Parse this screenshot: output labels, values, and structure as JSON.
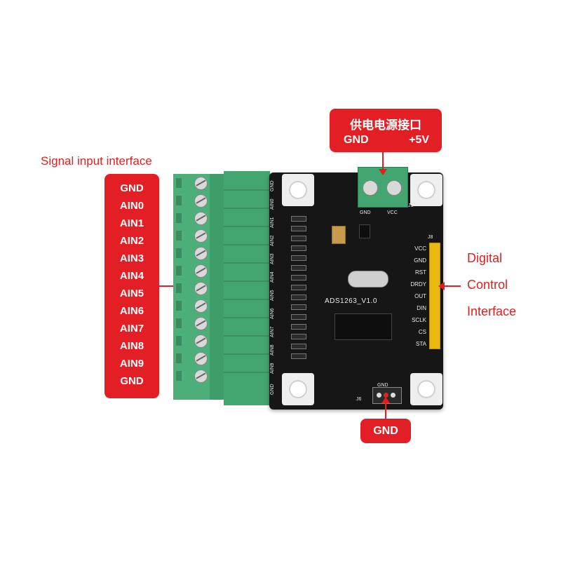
{
  "signal_label": "Signal input interface",
  "pin_labels": [
    "GND",
    "AIN0",
    "AIN1",
    "AIN2",
    "AIN3",
    "AIN4",
    "AIN5",
    "AIN6",
    "AIN7",
    "AIN8",
    "AIN9",
    "GND"
  ],
  "power": {
    "title": "供电电源接口",
    "gnd": "GND",
    "vcc": "+5V"
  },
  "bottom_gnd": "GND",
  "digital_label": [
    "Digital",
    "Control",
    "Interface"
  ],
  "board": {
    "name": "ADS1263_V1.0",
    "header_j8": "J8",
    "header_pins": [
      "VCC",
      "GND",
      "RST",
      "DRDY",
      "OUT",
      "DIN",
      "SCLK",
      "CS",
      "STA"
    ],
    "power_pins": [
      "GND",
      "VCC"
    ],
    "j1": "J1",
    "j6": "J6",
    "j6_pin": "GND",
    "terminal_silk": [
      "GND",
      "AIN0",
      "AIN1",
      "AIN2",
      "AIN3",
      "AIN4",
      "AIN5",
      "AIN6",
      "AIN7",
      "AIN8",
      "AIN9",
      "GND"
    ]
  },
  "colors": {
    "accent_red": "#e31e24",
    "board": "#161616",
    "terminal_green": "#43a56f",
    "header_yellow": "#f1c40f"
  }
}
